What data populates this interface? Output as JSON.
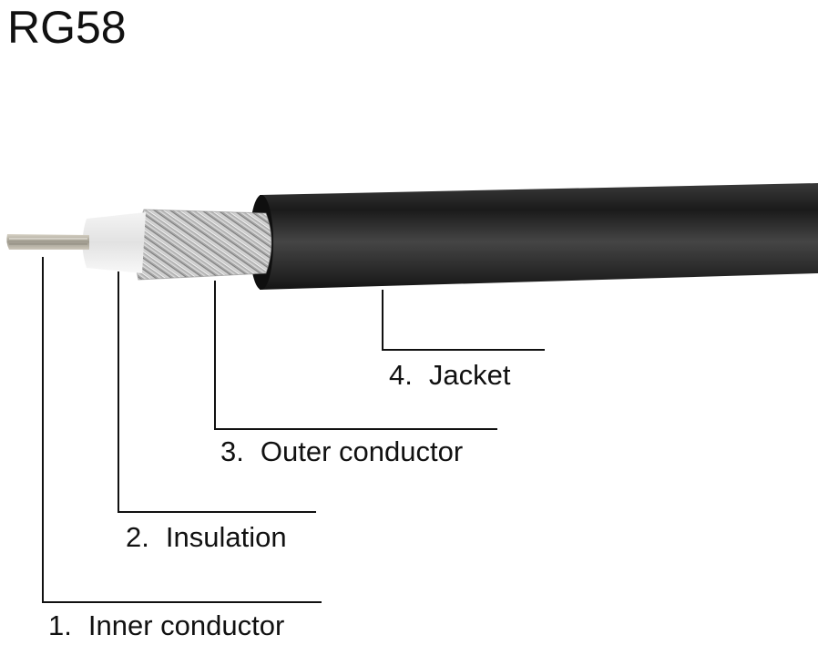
{
  "title": "RG58",
  "cable": {
    "jacket_color": "#1e1e1e",
    "braid_color": "#b9b9b9",
    "insulation_color": "#eeeeee",
    "conductor_color": "#bdb8ae"
  },
  "labels": [
    {
      "number": "1.",
      "text": "Inner conductor"
    },
    {
      "number": "2.",
      "text": "Insulation"
    },
    {
      "number": "3.",
      "text": "Outer conductor"
    },
    {
      "number": "4.",
      "text": "Jacket"
    }
  ]
}
